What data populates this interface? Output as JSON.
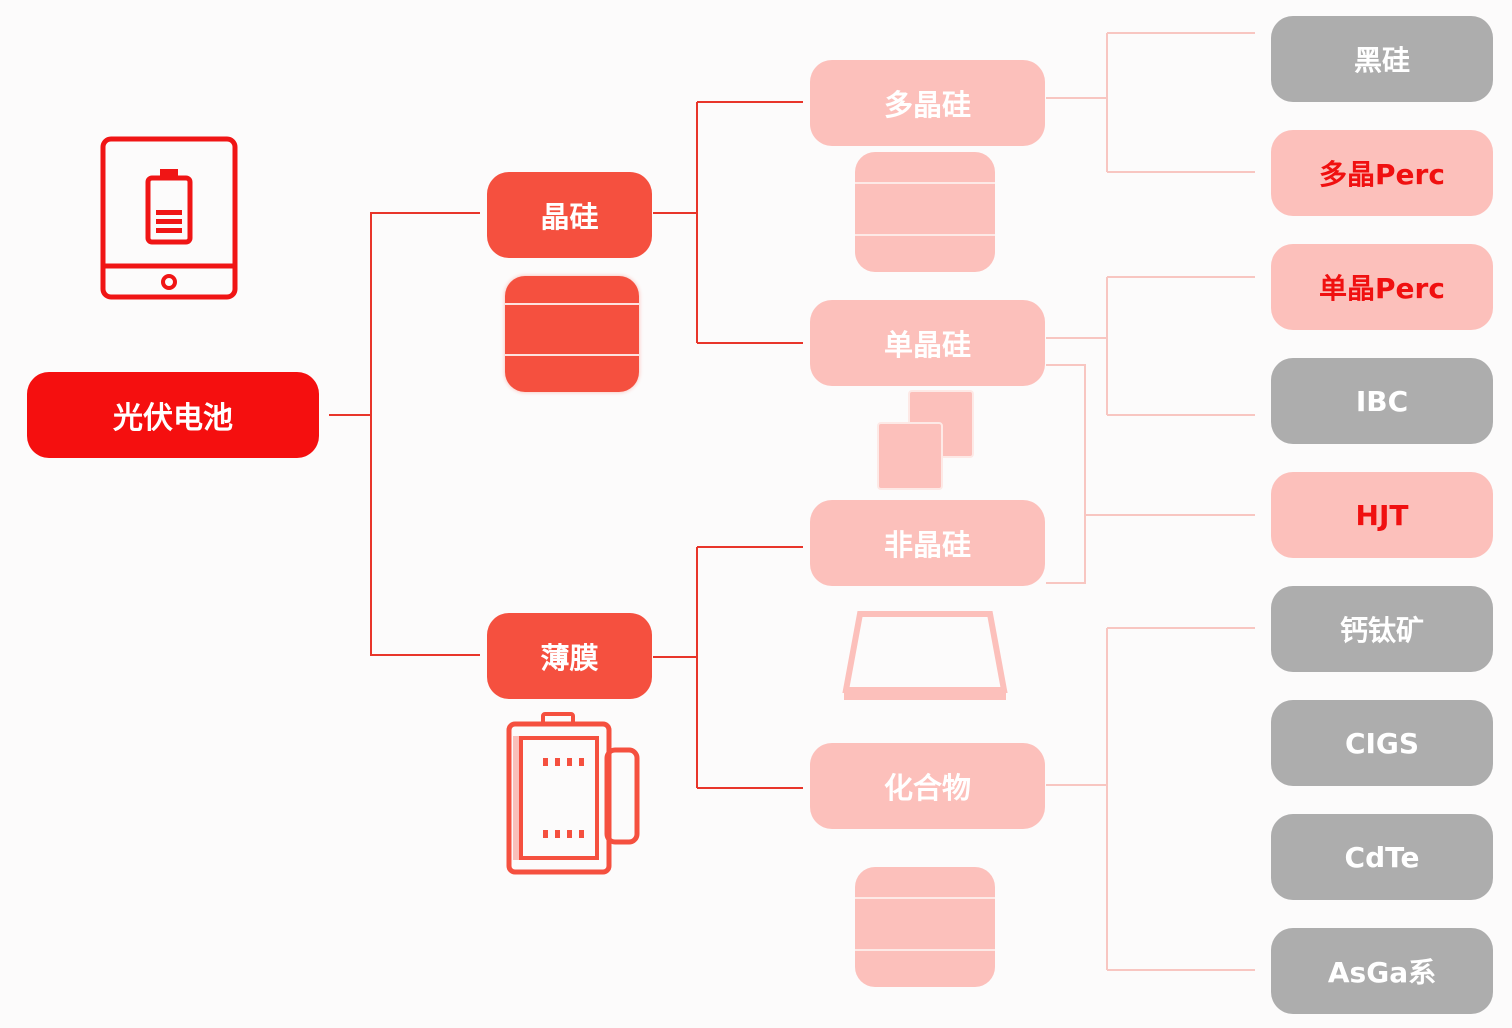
{
  "root": {
    "label": "光伏电池"
  },
  "level1": [
    {
      "label": "晶硅"
    },
    {
      "label": "薄膜"
    }
  ],
  "level2": [
    {
      "label": "多晶硅"
    },
    {
      "label": "单晶硅"
    },
    {
      "label": "非晶硅"
    },
    {
      "label": "化合物"
    }
  ],
  "level3": [
    {
      "label": "黑硅",
      "style": "grey"
    },
    {
      "label": "多晶Perc",
      "style": "pink"
    },
    {
      "label": "单晶Perc",
      "style": "pink"
    },
    {
      "label": "IBC",
      "style": "grey"
    },
    {
      "label": "HJT",
      "style": "pink"
    },
    {
      "label": "钙钛矿",
      "style": "grey"
    },
    {
      "label": "CIGS",
      "style": "grey"
    },
    {
      "label": "CdTe",
      "style": "grey"
    },
    {
      "label": "AsGa系",
      "style": "grey"
    }
  ],
  "colors": {
    "root": "#f50f0f",
    "level1": "#f5503f",
    "level2": "#fcc0bb",
    "grey_leaf": "#adadad",
    "pink_leaf_text": "#f01010",
    "strong_line": "#e8352a",
    "light_line": "#f8c6c1"
  },
  "icons": [
    "tablet-battery-icon",
    "silicon-wafer-icon",
    "film-cartridge-icon",
    "thin-panel-icon"
  ]
}
